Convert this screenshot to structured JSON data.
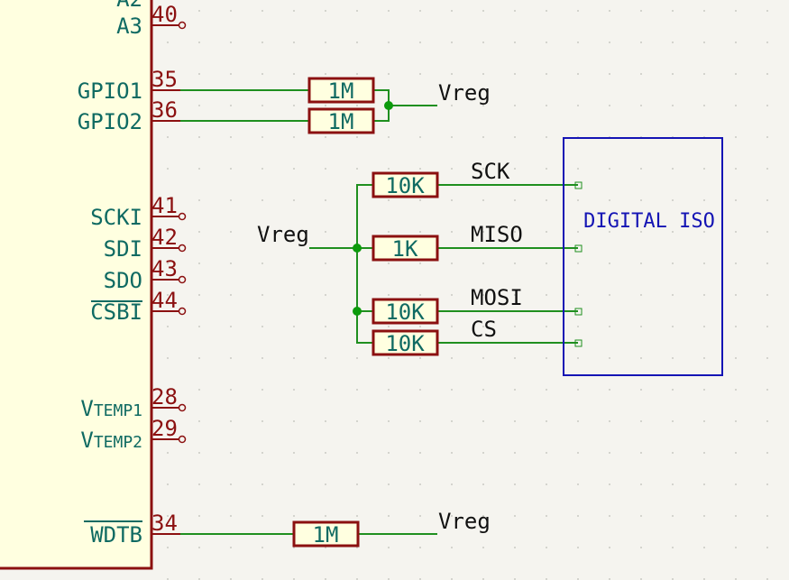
{
  "ic_pins": [
    {
      "label": "A3",
      "number": "40"
    },
    {
      "label": "GPIO1",
      "number": "35"
    },
    {
      "label": "GPIO2",
      "number": "36"
    },
    {
      "label": "SCKI",
      "number": "41"
    },
    {
      "label": "SDI",
      "number": "42"
    },
    {
      "label": "SDO",
      "number": "43"
    },
    {
      "label": "CSBI",
      "number": "44"
    },
    {
      "label": "VTEMP1",
      "number": "28"
    },
    {
      "label": "VTEMP2",
      "number": "29"
    },
    {
      "label": "WDTB",
      "number": "34"
    }
  ],
  "partial_pin_label": "A2",
  "resistors": [
    {
      "id": "r-gpio1",
      "value": "1M"
    },
    {
      "id": "r-gpio2",
      "value": "1M"
    },
    {
      "id": "r-sck",
      "value": "10K"
    },
    {
      "id": "r-miso",
      "value": "1K"
    },
    {
      "id": "r-mosi",
      "value": "10K"
    },
    {
      "id": "r-cs",
      "value": "10K"
    },
    {
      "id": "r-wdtb",
      "value": "1M"
    }
  ],
  "nets": {
    "vreg_gpio": "Vreg",
    "vreg_spi": "Vreg",
    "vreg_wdtb": "Vreg",
    "sck": "SCK",
    "miso": "MISO",
    "mosi": "MOSI",
    "cs": "CS"
  },
  "iso_block": {
    "label": "DIGITAL ISO"
  },
  "colors": {
    "background": "#f5f4ef",
    "grid_dot": "#c9c9c4",
    "component_outline": "#8b1010",
    "wire": "#1f8f1f",
    "junction": "#0c9a0c",
    "pin_label": "#0f6a62",
    "pin_number": "#8b1010",
    "iso_outline": "#1414b4",
    "iso_text": "#1414b4",
    "net_label": "#111111"
  }
}
